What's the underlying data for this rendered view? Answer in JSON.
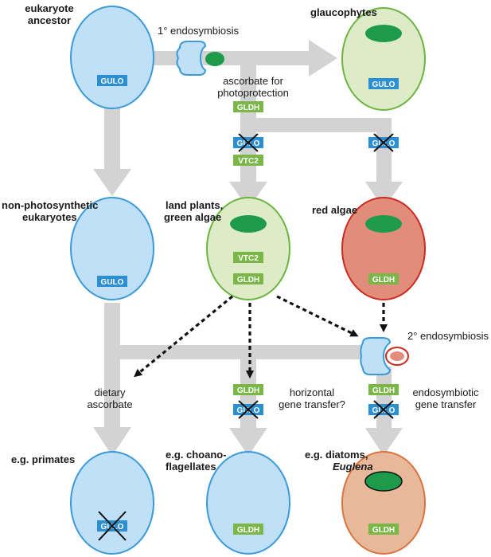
{
  "colors": {
    "arrow": "#d3d3d3",
    "gulo_tag": "#2c8fd1",
    "gldh_tag": "#7ab648",
    "blue_cell_fill": "#bfe0f6",
    "blue_cell_stroke": "#3b9ad8",
    "green_cell_fill": "#ddecc6",
    "green_cell_stroke": "#6cb33f",
    "red_cell_fill": "#e28c7c",
    "red_cell_stroke": "#cc2a1e",
    "peach_cell_fill": "#e8b89b",
    "peach_cell_stroke": "#d9743f",
    "plastid": "#1d9a4a"
  },
  "labels": {
    "eukaryote_ancestor_1": "eukaryote",
    "eukaryote_ancestor_2": "ancestor",
    "primary_endosymbiosis": "1° endosymbiosis",
    "glaucophytes": "glaucophytes",
    "ascorbate_1": "ascorbate for",
    "ascorbate_2": "photoprotection",
    "nonphoto_1": "non-photosynthetic",
    "nonphoto_2": "eukaryotes",
    "land_plants_1": "land plants,",
    "land_plants_2": "green algae",
    "red_algae": "red algae",
    "secondary_endosymbiosis": "2° endosymbiosis",
    "dietary_1": "dietary",
    "dietary_2": "ascorbate",
    "horizontal_1": "horizontal",
    "horizontal_2": "gene transfer?",
    "endosym_transfer_1": "endosymbiotic",
    "endosym_transfer_2": "gene transfer",
    "primates": "e.g. primates",
    "choano_1": "e.g. choano-",
    "choano_2": "flagellates",
    "diatoms_1": "e.g. diatoms,",
    "diatoms_2": "Euglena"
  },
  "tags": {
    "gulo": "GULO",
    "gldh": "GLDH",
    "vtc2": "VTC2"
  }
}
